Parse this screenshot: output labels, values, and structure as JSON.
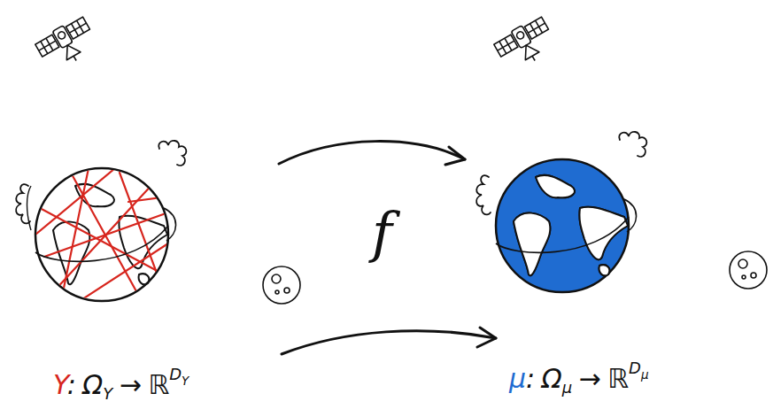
{
  "diagram": {
    "labels": [
      "Y",
      ":",
      "Ω",
      "Y",
      "→",
      "ℝ",
      "D",
      "Y",
      "f",
      "μ",
      ":",
      "Ω",
      "μ",
      "→",
      "ℝ",
      "D",
      "μ"
    ]
  }
}
